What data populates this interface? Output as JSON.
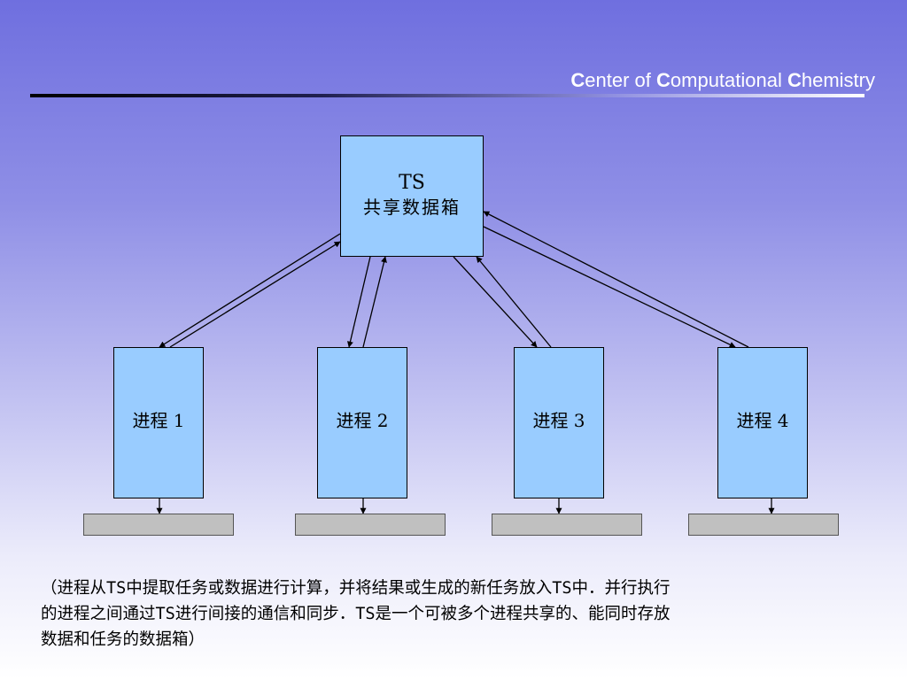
{
  "header": {
    "title_parts": [
      {
        "t": "C",
        "b": true
      },
      {
        "t": "enter of ",
        "b": false
      },
      {
        "t": "C",
        "b": true
      },
      {
        "t": "omputational ",
        "b": false
      },
      {
        "t": "C",
        "b": true
      },
      {
        "t": "hemistry",
        "b": false
      }
    ]
  },
  "ts_box": {
    "line1": "TS",
    "line2": "共享数据箱"
  },
  "processes": [
    {
      "label": "进程 1"
    },
    {
      "label": "进程 2"
    },
    {
      "label": "进程 3"
    },
    {
      "label": "进程 4"
    }
  ],
  "caption": {
    "lines": [
      "（进程从TS中提取任务或数据进行计算，并将结果或生成的新任务放入TS中．并行执行",
      "的进程之间通过TS进行间接的通信和同步．TS是一个可被多个进程共享的、能同时存放",
      "数据和任务的数据箱）"
    ]
  },
  "colors": {
    "box_fill": "#99ccff",
    "bar_fill": "#c0c0c0",
    "background_top": "#6f6fdf"
  }
}
